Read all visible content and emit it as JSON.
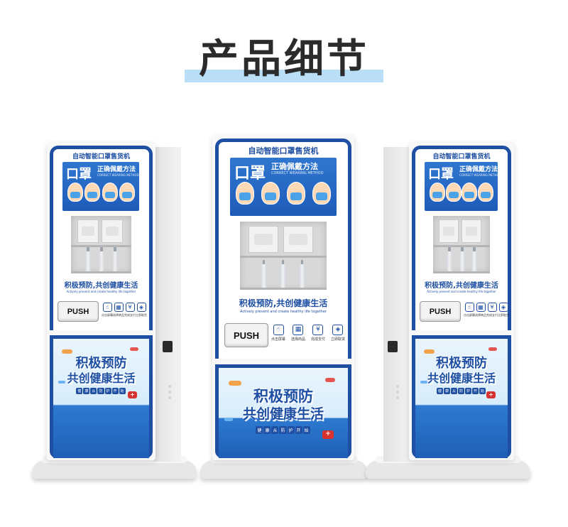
{
  "page_title": "产品细节",
  "machine": {
    "header": "自动智能口罩售货机",
    "panel_big": "口罩",
    "panel_howto": "正确佩戴方法",
    "panel_howto_en": "CORRECT WEARING METHOD",
    "slogan": "积极预防,共创健康生活",
    "slogan_en": "Actively prevent and create healthy life together",
    "push_label": "PUSH",
    "steps": [
      {
        "icon": "hand-tap-icon",
        "glyph": "☝",
        "label": "点击屏幕"
      },
      {
        "icon": "cart-icon",
        "glyph": "▦",
        "label": "选择商品"
      },
      {
        "icon": "payment-icon",
        "glyph": "¥",
        "label": "完成支付"
      },
      {
        "icon": "box-icon",
        "glyph": "◈",
        "label": "立即取货"
      }
    ],
    "poster_line1": "积极预防",
    "poster_line2": "共创健康生活",
    "poster_sub": [
      "健",
      "康",
      "从",
      "防",
      "护",
      "开",
      "始"
    ]
  },
  "colors": {
    "brand_blue": "#1e4fa3",
    "title_bar": "#b9def6"
  }
}
